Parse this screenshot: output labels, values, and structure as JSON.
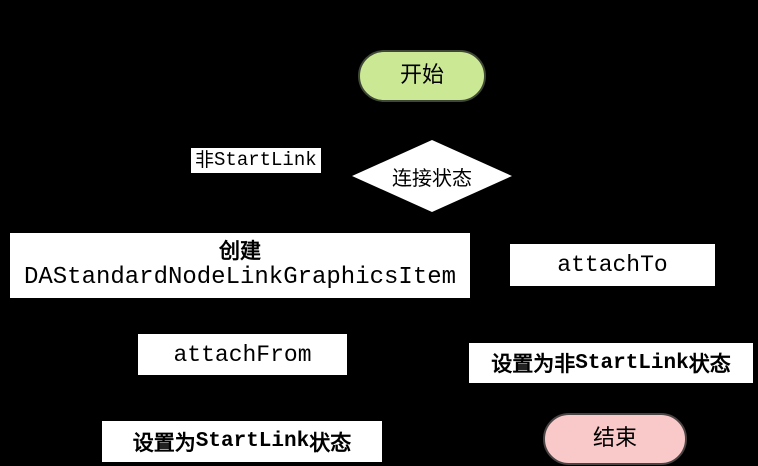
{
  "diagram": {
    "background": "#000000",
    "text_color": "#000000",
    "nodes": {
      "start": {
        "label": "开始",
        "shape": "stadium",
        "fill": "#cbe894",
        "border": "#3f4736"
      },
      "decision": {
        "label": "连接状态",
        "shape": "diamond",
        "fill": "#ffffff"
      },
      "create": {
        "line1": "创建",
        "line2": "DAStandardNodeLinkGraphicsItem",
        "shape": "rect",
        "fill": "#ffffff"
      },
      "attach_to": {
        "label": "attachTo",
        "shape": "rect",
        "fill": "#ffffff"
      },
      "attach_from": {
        "label": "attachFrom",
        "shape": "rect",
        "fill": "#ffffff"
      },
      "set_not_startlink": {
        "prefix": "设置为非",
        "code": "StartLink",
        "suffix": "状态",
        "shape": "rect",
        "fill": "#ffffff"
      },
      "set_startlink": {
        "prefix": "设置为",
        "code": "StartLink",
        "suffix": "状态",
        "shape": "rect",
        "fill": "#ffffff"
      },
      "end": {
        "label": "结束",
        "shape": "stadium",
        "fill": "#f9c8c8",
        "border": "#4a4444"
      }
    },
    "edge_labels": {
      "not_startlink": {
        "prefix": "非",
        "code": "StartLink",
        "fill": "#ffffff"
      }
    }
  }
}
